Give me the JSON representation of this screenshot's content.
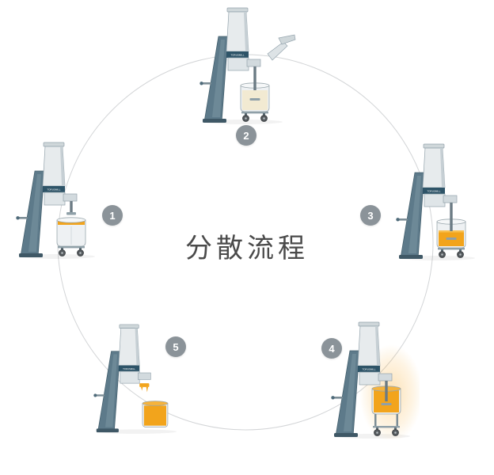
{
  "title": "分散流程",
  "machine_label": "TORUSMILL",
  "stages": [
    {
      "number": "1"
    },
    {
      "number": "2"
    },
    {
      "number": "3"
    },
    {
      "number": "4"
    },
    {
      "number": "5"
    }
  ],
  "colors": {
    "circle": "#d3d5d7",
    "badge_gray": "#8b9399",
    "machine_dark_blue": "#5d7a8a",
    "machine_light": "#e7ebed",
    "label_band_blue": "#2e5468",
    "liquid_orange": "#f2a41c",
    "powder_cream": "#f2ead2",
    "title_text": "#4a4a4a"
  }
}
